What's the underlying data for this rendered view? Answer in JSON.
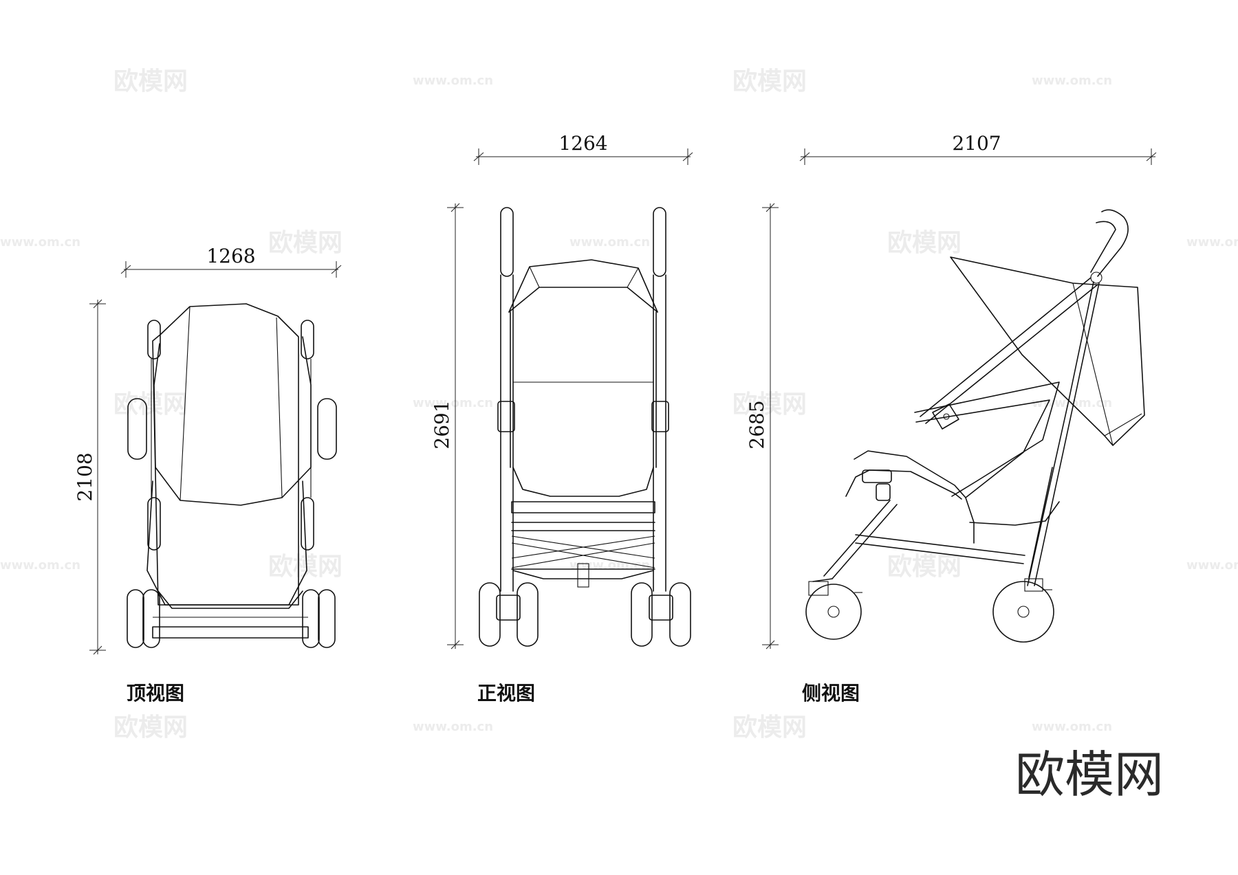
{
  "views": {
    "top": {
      "caption": "顶视图",
      "width_dim": "1268",
      "height_dim": "2108"
    },
    "front": {
      "caption": "正视图",
      "width_dim": "1264",
      "height_dim": "2691"
    },
    "side": {
      "caption": "侧视图",
      "width_dim": "2107",
      "height_dim": "2685"
    }
  },
  "watermark": {
    "brand": "欧模网",
    "url": "www.om.cn"
  }
}
